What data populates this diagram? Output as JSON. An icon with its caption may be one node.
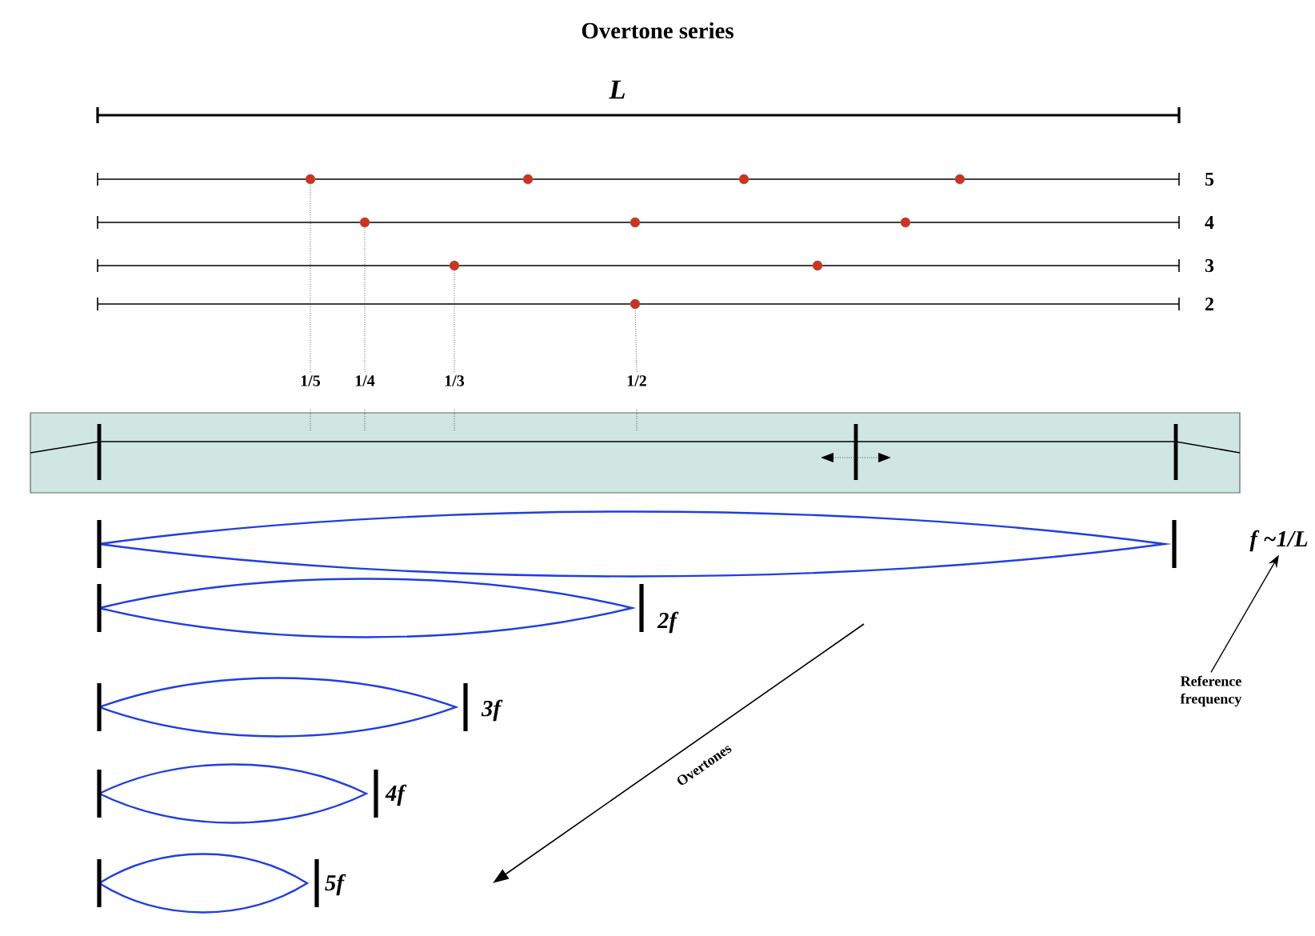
{
  "diagram": {
    "title": "Overtone series",
    "nodes": [
      {
        "text": [],
        "shape": "circle"
      },
      {
        "text": [],
        "shape": "circle"
      },
      {
        "text": [],
        "shape": "circle"
      },
      {
        "text": [],
        "shape": "circle"
      },
      {
        "text": [],
        "shape": "circle"
      },
      {
        "text": [],
        "shape": "circle"
      },
      {
        "text": [],
        "shape": "circle"
      },
      {
        "text": [],
        "shape": "circle"
      },
      {
        "text": [],
        "shape": "circle"
      },
      {
        "text": [],
        "shape": "circle"
      },
      {
        "text": [
          "1/5"
        ]
      },
      {
        "text": [
          "1/4"
        ]
      },
      {
        "text": [
          "1/3"
        ]
      },
      {
        "text": [
          "1/2"
        ]
      },
      {
        "text": [
          "f ~1/L"
        ]
      },
      {
        "text": [
          "Reference frequency"
        ]
      }
    ],
    "edges": [
      {
        "from": 10,
        "to": 0,
        "arrow": "none",
        "style": "dashed"
      },
      {
        "from": 11,
        "to": 4,
        "arrow": "none",
        "style": "dashed"
      },
      {
        "from": 12,
        "to": 7,
        "arrow": "none",
        "style": "dashed"
      },
      {
        "from": 13,
        "to": 9,
        "arrow": "none",
        "style": "dashed"
      },
      {
        "from": 15,
        "to": 14,
        "arrow": "to"
      }
    ],
    "labels": [
      "L",
      "5",
      "4",
      "3",
      "2",
      "2f",
      "3f",
      "4f",
      "5f",
      "Overtones"
    ]
  }
}
